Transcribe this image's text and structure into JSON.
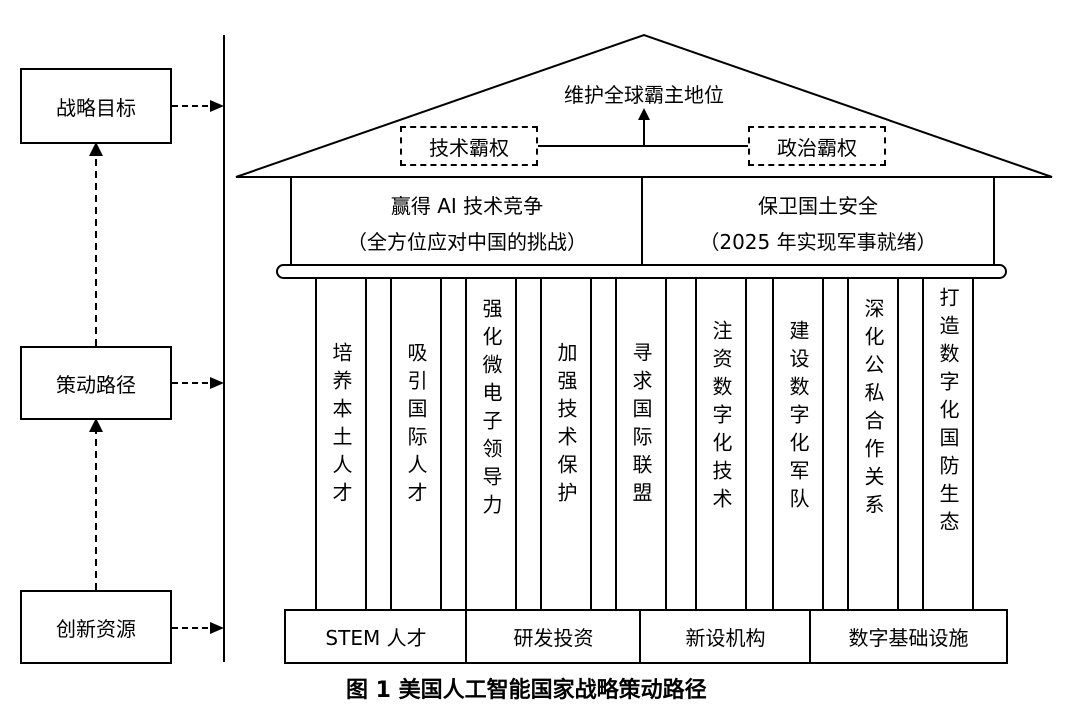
{
  "left_flow": {
    "goal": "战略目标",
    "path": "策动路径",
    "resource": "创新资源"
  },
  "roof": {
    "title": "维护全球霸主地位",
    "left_box": "技术霸权",
    "right_box": "政治霸权"
  },
  "beam": {
    "left_line1": "赢得 AI 技术竞争",
    "left_line2": "（全方位应对中国的挑战）",
    "right_line1": "保卫国土安全",
    "right_line2": "（2025 年实现军事就绪）"
  },
  "pillars": [
    "培养本土人才",
    "吸引国际人才",
    "强化微电子领导力",
    "加强技术保护",
    "寻求国际联盟",
    "注资数字化技术",
    "建设数字化军队",
    "深化公私合作关系",
    "打造数字化国防生态"
  ],
  "foundation": [
    "STEM 人才",
    "研发投资",
    "新设机构",
    "数字基础设施"
  ],
  "caption": "图 1  美国人工智能国家战略策动路径"
}
